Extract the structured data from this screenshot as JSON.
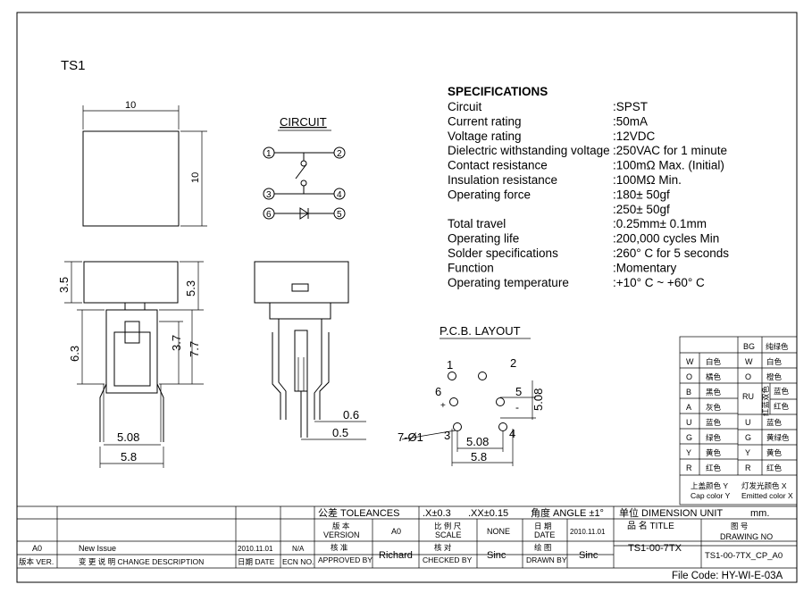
{
  "part": {
    "name": "TS1"
  },
  "circuit": {
    "title": "CIRCUIT",
    "pins": [
      "1",
      "2",
      "3",
      "4",
      "6",
      "5"
    ]
  },
  "top_view": {
    "width_label": "10",
    "height_label": "10"
  },
  "side_view": {
    "dims": {
      "a": "3.5",
      "b": "5.3",
      "c": "6.3",
      "d": "7.7",
      "e": "3.7",
      "f": "5.08",
      "g": "5.8"
    }
  },
  "end_view": {
    "dims": {
      "lead": "0.6",
      "pitch": "0.5"
    }
  },
  "specs": {
    "title": "SPECIFICATIONS",
    "rows": [
      {
        "label": "Circuit",
        "value": ":SPST"
      },
      {
        "label": "Current rating",
        "value": ":50mA"
      },
      {
        "label": "Voltage rating",
        "value": ":12VDC"
      },
      {
        "label": "Dielectric withstanding voltage",
        "value": ":250VAC for 1 minute"
      },
      {
        "label": "Contact resistance",
        "value": ":100mΩ  Max. (Initial)"
      },
      {
        "label": "Insulation resistance",
        "value": ":100MΩ  Min."
      },
      {
        "label": "Operating force",
        "value": ":180± 50gf"
      },
      {
        "label": "",
        "value": ":250± 50gf"
      },
      {
        "label": "Total travel",
        "value": ":0.25mm± 0.1mm"
      },
      {
        "label": "Operating life",
        "value": ":200,000 cycles Min"
      },
      {
        "label": "Solder specifications",
        "value": ":260° C for 5 seconds"
      },
      {
        "label": "Function",
        "value": ":Momentary"
      },
      {
        "label": "Operating temperature",
        "value": ":+10° C ~ +60° C"
      }
    ]
  },
  "pcb": {
    "title": "P.C.B. LAYOUT",
    "pins": [
      "1",
      "2",
      "6",
      "5",
      "+",
      "-"
    ],
    "hole": "7-Ø1",
    "dim_pitch": "5.08",
    "dim_width": "5.8",
    "dim_height": "5.08"
  },
  "color_table": {
    "header": {
      "code": "BG",
      "name": "纯绿色"
    },
    "left": [
      {
        "code": "W",
        "name": "白色"
      },
      {
        "code": "O",
        "name": "橘色"
      },
      {
        "code": "B",
        "name": "黑色"
      },
      {
        "code": "A",
        "name": "灰色"
      },
      {
        "code": "U",
        "name": "蓝色"
      },
      {
        "code": "G",
        "name": "绿色"
      },
      {
        "code": "Y",
        "name": "黄色"
      },
      {
        "code": "R",
        "name": "红色"
      }
    ],
    "right": [
      {
        "code": "W",
        "name": "白色"
      },
      {
        "code": "O",
        "name": "橙色"
      },
      {
        "code": "RU",
        "name": "红蓝双色",
        "extra1": "蓝色",
        "extra2": "红色"
      },
      {
        "code": "U",
        "name": "蓝色"
      },
      {
        "code": "G",
        "name": "黄绿色"
      },
      {
        "code": "Y",
        "name": "黄色"
      },
      {
        "code": "R",
        "name": "红色"
      }
    ],
    "cap_cn": "上盖颜色 Y",
    "cap_en": "Cap color Y",
    "emit_cn": "灯发光颜色 X",
    "emit_en": "Emitted color X"
  },
  "title_block": {
    "tolerances": "公差 TOLEANCES",
    "tol_x": ".X±0.3",
    "tol_xx": ".XX±0.15",
    "angle": "角度 ANGLE ±1°",
    "unit": "单位  DIMENSION UNIT",
    "unit_val": "mm.",
    "version_cn": "版 本",
    "version_en": "VERSION",
    "version_val": "A0",
    "scale_cn": "比 例 尺",
    "scale_en": "SCALE",
    "scale_val": "NONE",
    "date_cn": "日 期",
    "date_en": "DATE",
    "date_val": "2010.11.01",
    "title_cn": "品  名   TITLE",
    "title_val": "TS1-00-7TX",
    "drawing_cn": "图  号",
    "drawing_en": "DRAWING NO",
    "drawing_val": "TS1-00-7TX_CP_A0",
    "rev": "A0",
    "rev_desc": "New Issue",
    "rev_date": "2010.11.01",
    "rev_ecn": "N/A",
    "approved_cn": "核 准",
    "approved_en": "APPROVED BY",
    "approved_val": "Richard",
    "checked_cn": "核 对",
    "checked_en": "CHECKED BY",
    "checked_val": "Sinc",
    "drawn_cn": "绘 图",
    "drawn_en": "DRAWN BY",
    "drawn_val": "Sinc",
    "h_ver": "版本 VER.",
    "h_desc": "变 更 说 明  CHANGE DESCRIPTION",
    "h_date": "日期 DATE",
    "h_ecn": "ECN NO."
  },
  "file_code": "File Code: HY-WI-E-03A"
}
